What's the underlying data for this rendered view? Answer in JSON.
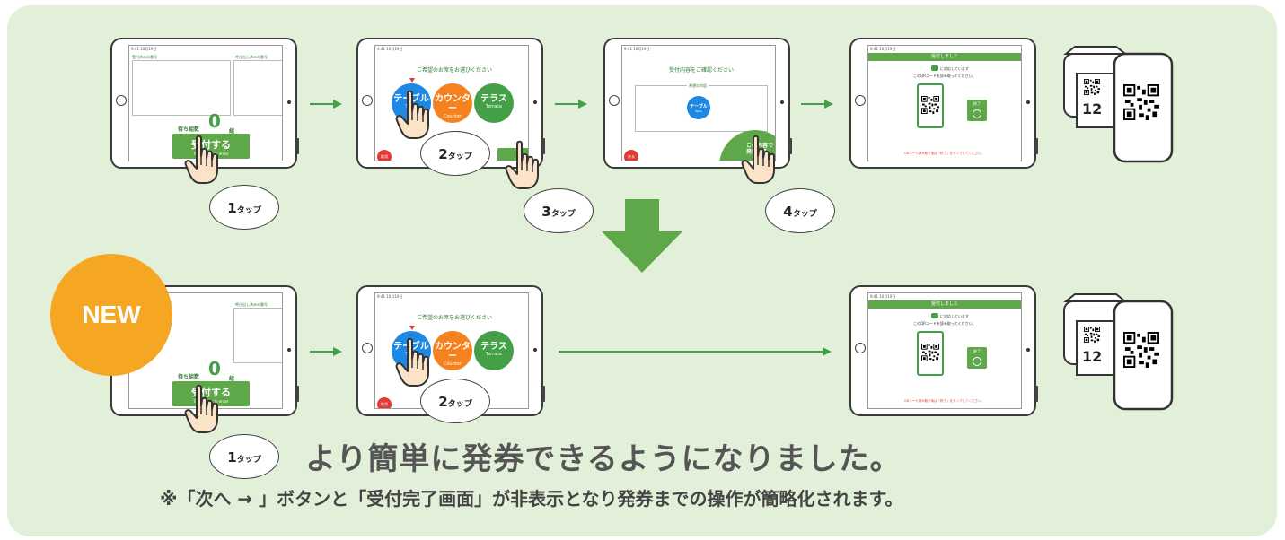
{
  "colors": {
    "panel_bg": "#e2f0d9",
    "accent_green": "#43a047",
    "button_green": "#5fa84a",
    "table_blue": "#1e88e5",
    "counter_orange": "#f5821f",
    "terrace_green": "#43a047",
    "cancel_red": "#e53935",
    "new_badge": "#f5a623"
  },
  "screens": {
    "reception": {
      "status_time": "9:41 10月19日",
      "title": "受付済みの番号",
      "title_right": "呼び出し済みの番号",
      "wait_label": "お待ち組数",
      "wait_prefix": "待ち組数",
      "wait_count": "0",
      "wait_unit": "組",
      "button_label": "受付する",
      "button_sub": "Touch here to enter"
    },
    "choose": {
      "status_time": "9:41 10月19日",
      "title": "ご希望のお席をお選びください",
      "options": [
        {
          "label": "テーブル",
          "sub": "Table"
        },
        {
          "label": "カウンター",
          "sub": "Counter"
        },
        {
          "label": "テラス",
          "sub": "Terrace"
        }
      ],
      "cancel": "取消"
    },
    "confirm": {
      "status_time": "9:41 10月19日",
      "title": "受付内容をご確認ください",
      "section": "希望の内容",
      "choice": "テーブル",
      "choice_sub": "Table",
      "back": "戻る",
      "issue_button": "この内容で発券する"
    },
    "done": {
      "status_time": "9:41 10月19日",
      "header": "受付しました",
      "line_text": "に対応しています",
      "qr_text": "このQRコードを読み取ってください。",
      "finish": "終了",
      "footer": "QRコード読み取り後は「終了」をタップしてください。"
    }
  },
  "bubbles": {
    "tap1": {
      "num": "1",
      "suffix": "タップ"
    },
    "tap2": {
      "num": "2",
      "suffix": "タップ"
    },
    "tap3": {
      "num": "3",
      "suffix": "タップ"
    },
    "tap4": {
      "num": "4",
      "suffix": "タップ"
    }
  },
  "ticket_number": "12",
  "new_badge": "NEW",
  "headline": "より簡単に発券できるようになりました。",
  "note": "※「次へ → 」ボタンと「受付完了画面」が非表示となり発券までの操作が簡略化されます。"
}
